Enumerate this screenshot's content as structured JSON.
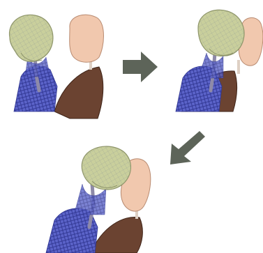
{
  "colors": {
    "background": "#ffffff",
    "skull_fill": "#c9cf9c",
    "skull_stroke": "#8e956a",
    "skull_mesh": "#6f7a8f",
    "body_mesh": "#5b63c9",
    "body_mesh_dark": "#2f3590",
    "spine": "#8e8aa8",
    "headrest": "#f1c8ae",
    "headrest_stroke": "#b88a70",
    "headrest_post": "#ded0c4",
    "seat_back": "#6b4331",
    "seat_back_dark": "#3f2418",
    "arrow": "#5d6459"
  },
  "diagram": {
    "panels": [
      {
        "id": "initial-position",
        "head_tilt_deg": -8
      },
      {
        "id": "rearward-rotation",
        "head_tilt_deg": 4
      },
      {
        "id": "headrest-contact",
        "head_tilt_deg": 14
      }
    ],
    "arrows": [
      {
        "id": "right-arrow",
        "direction": "right"
      },
      {
        "id": "down-left-arrow",
        "direction": "down-left"
      }
    ]
  }
}
